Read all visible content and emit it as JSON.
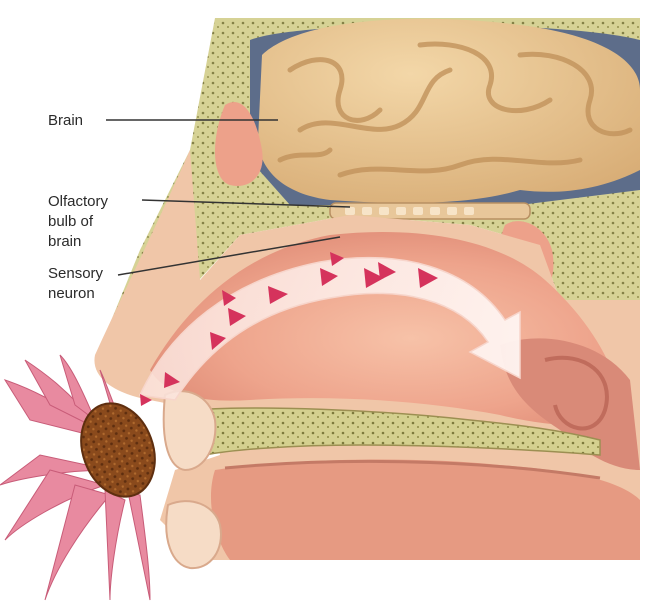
{
  "labels": {
    "brain": "Brain",
    "olfactory_line1": "Olfactory",
    "olfactory_line2": "bulb of",
    "olfactory_line3": "brain",
    "sensory_line1": "Sensory",
    "sensory_line2": "neuron"
  },
  "colors": {
    "background": "#ffffff",
    "brain": "#e3bd88",
    "bone": "#d3d08c",
    "cartilage_skin": "#f1c9ae",
    "nasal_cavity": "#f2b39a",
    "inner_tissue": "#d97d6c",
    "air_arrow": "#fbe6e0",
    "odor_particles": "#d5335c",
    "flower_petals": "#e88aa0",
    "flower_center": "#8a4a1c"
  }
}
